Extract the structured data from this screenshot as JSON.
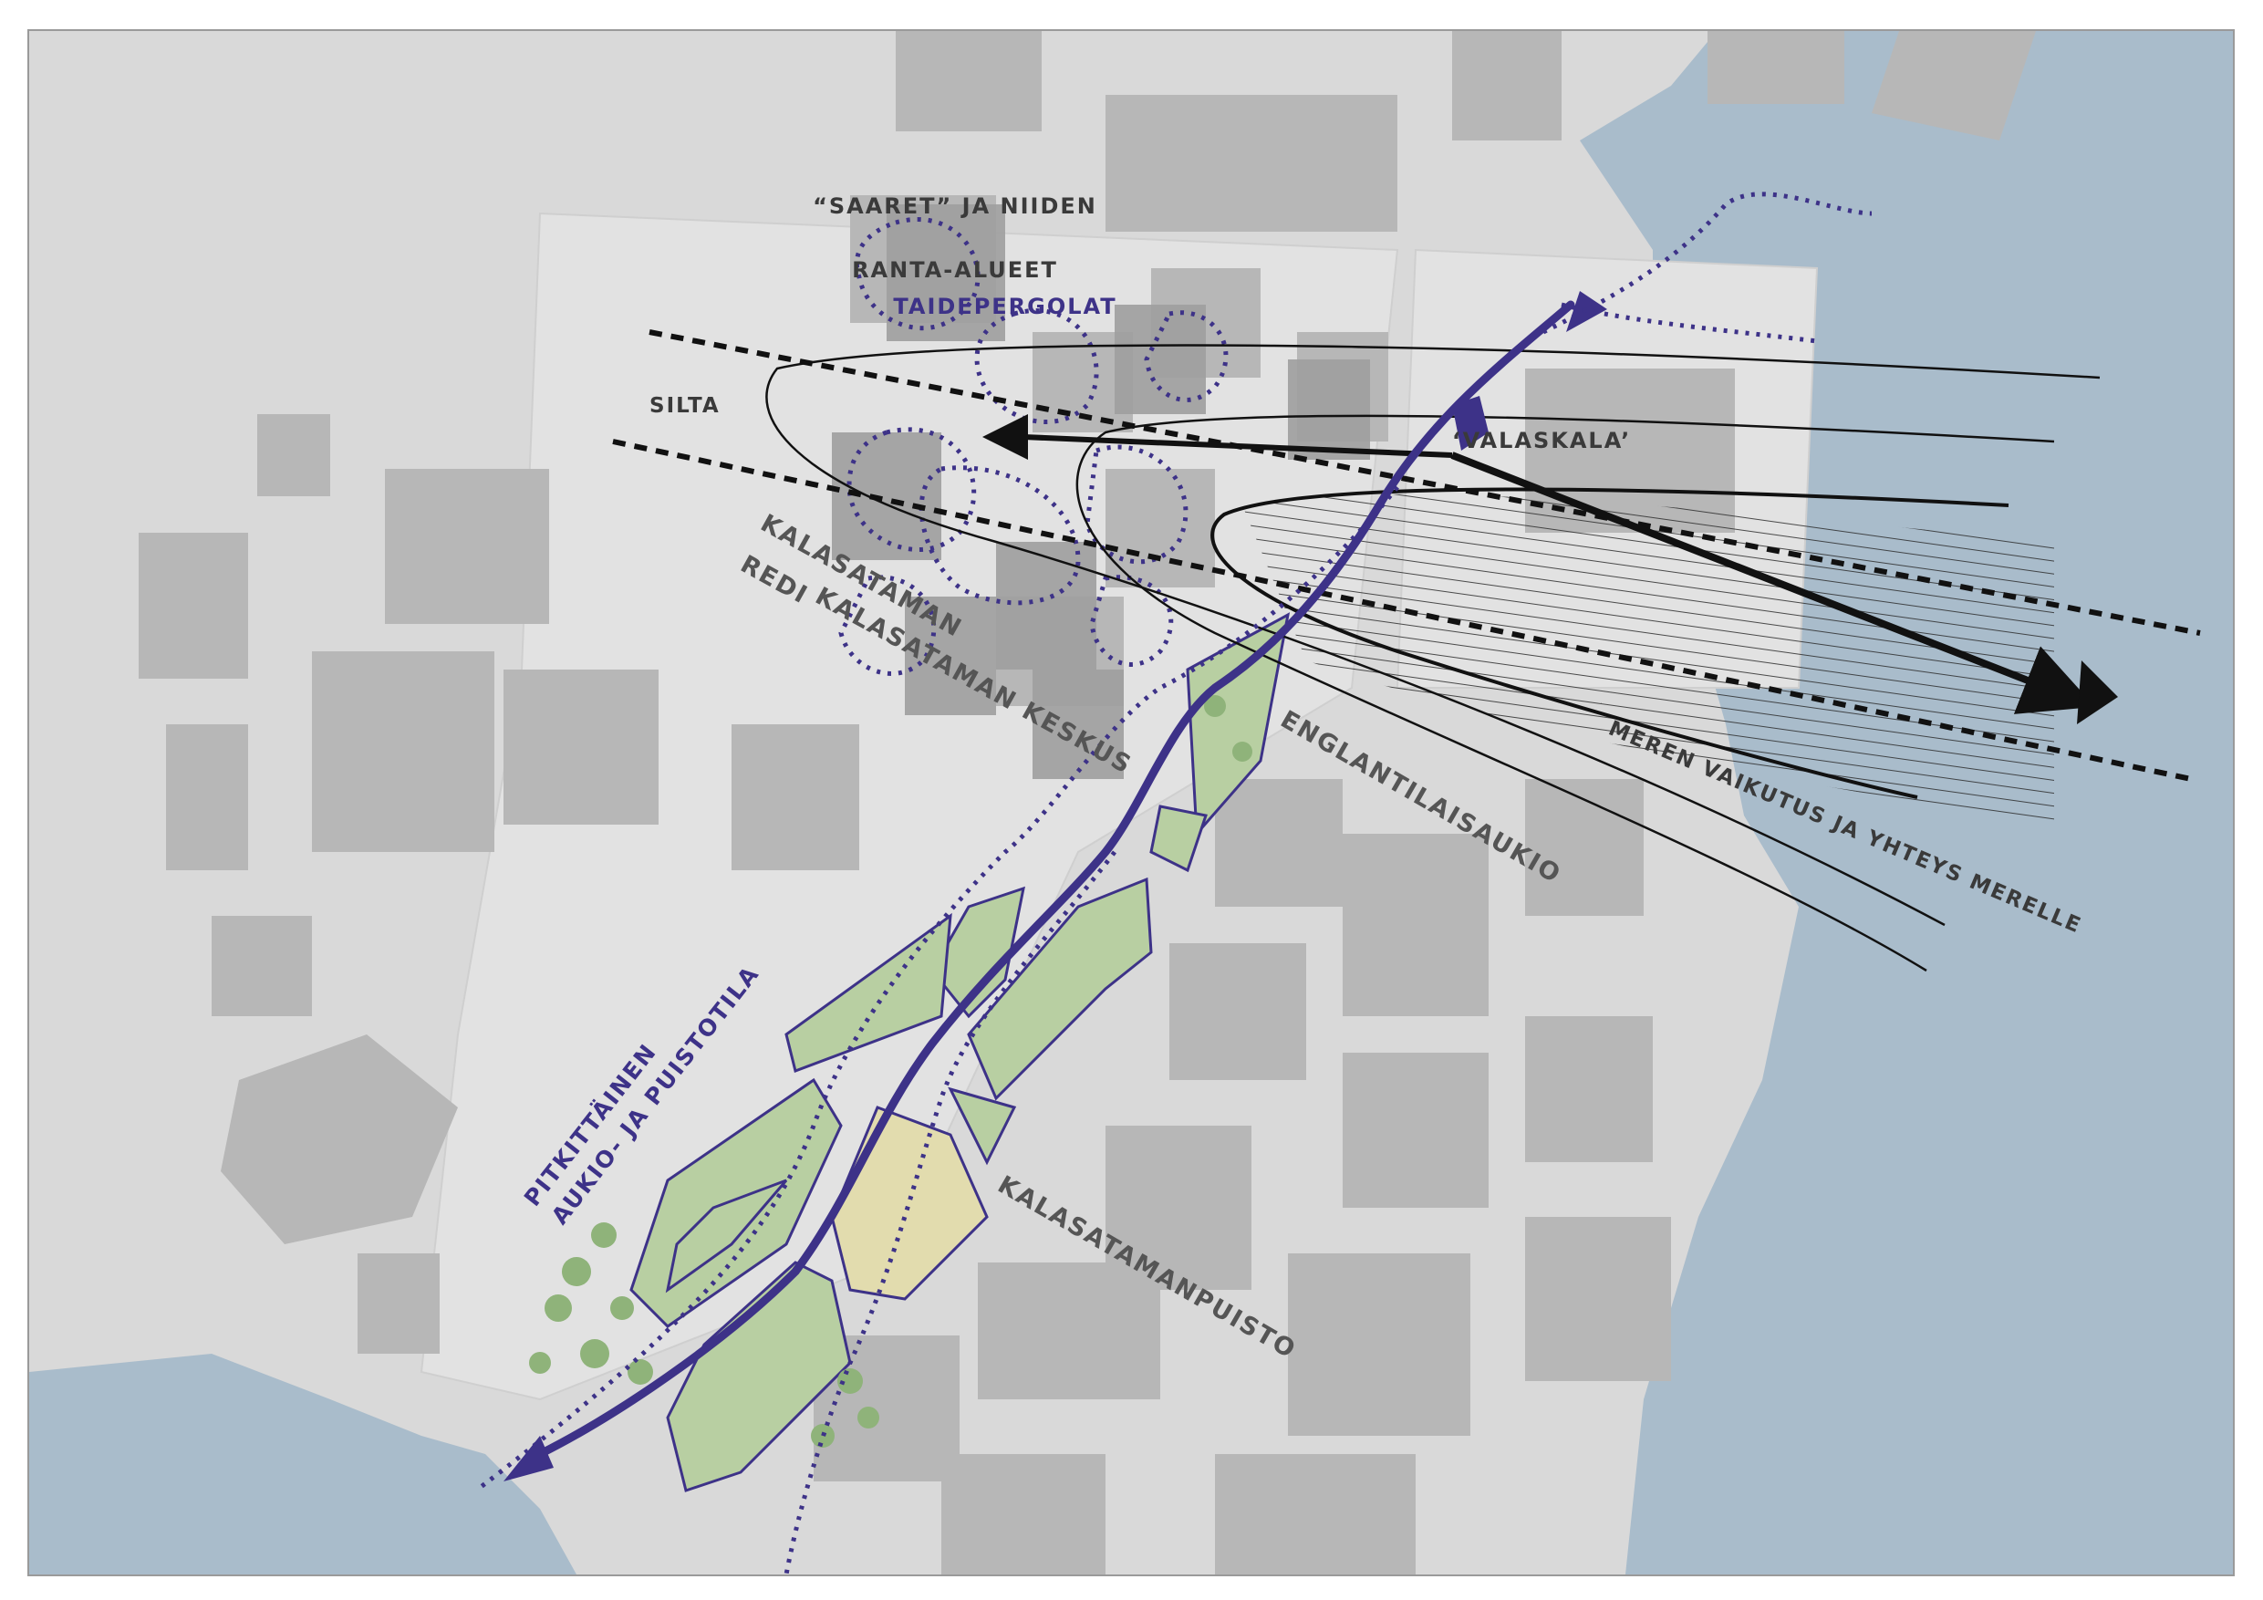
{
  "colors": {
    "background": "#d9d9d9",
    "light_block": "#dcdcdc",
    "building": "#b7b7b7",
    "water": "#a9bccb",
    "route": "#3d3288",
    "park": "#a9c48f",
    "label_dark": "#3a3a3a",
    "label_accent": "#3d3288"
  },
  "labels": {
    "saaret_1": "“SAARET” JA NIIDEN",
    "saaret_2": "RANTA-ALUEET",
    "taidepergolat": "TAIDEPERGOLAT",
    "silta": "SILTA",
    "valaskala": "‘VALASKALA’",
    "kalasataman_redi_1": "KALASATAMAN",
    "kalasataman_redi_2": "REDI",
    "kalasataman_keskus": "KALASATAMAN KESKUS",
    "meren_vaikutus": "MEREN VAIKUTUS JA YHTEYS MERELLE",
    "englantilaisaukio": "ENGLANTILAISAUKIO",
    "pitkittainen_1": "PITKITTÄINEN",
    "pitkittainen_2": "AUKIO- JA PUISTOTILA",
    "kalasatamanpuisto": "KALASATAMANPUISTO"
  },
  "icons": {
    "direction_arrow": "arrow-head-icon",
    "route_arrow": "route-arrow-icon"
  }
}
